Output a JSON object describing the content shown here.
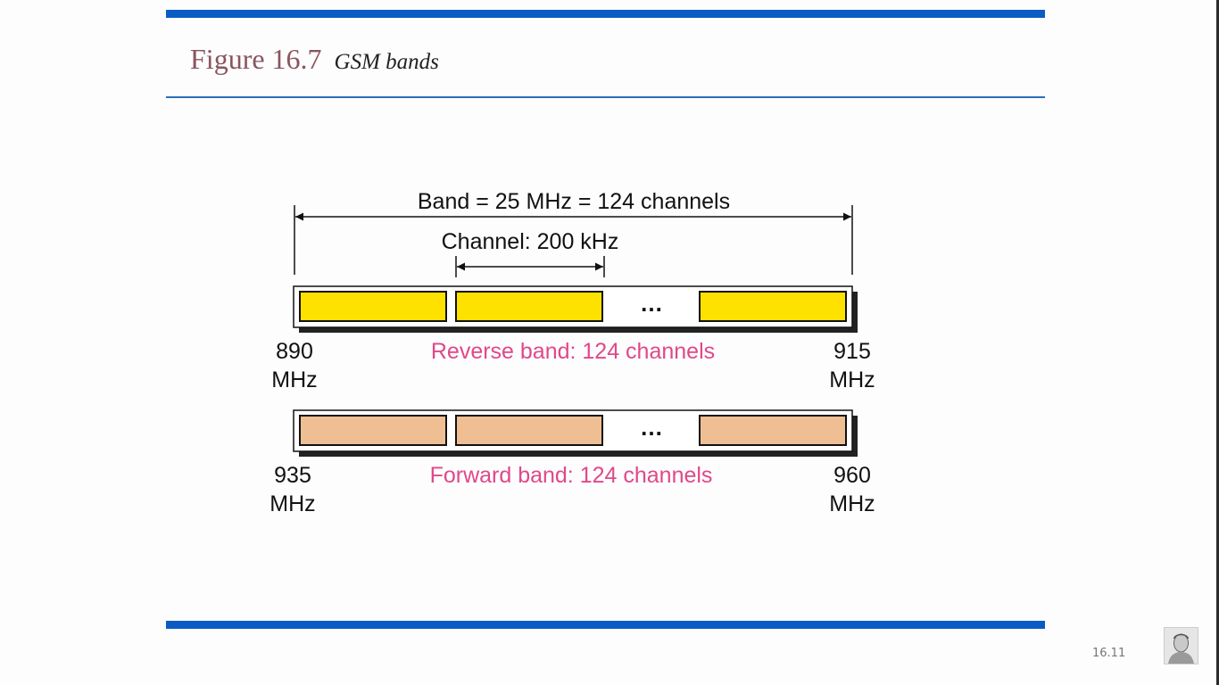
{
  "figure": {
    "label": "Figure 16.7",
    "caption": "GSM bands"
  },
  "diagram": {
    "band_label": "Band = 25 MHz = 124 channels",
    "channel_label": "Channel: 200 kHz",
    "ellipsis": "…",
    "reverse": {
      "caption": "Reverse band: 124 channels",
      "start_value": "890",
      "start_unit": "MHz",
      "end_value": "915",
      "end_unit": "MHz",
      "fill_color": "#ffe100"
    },
    "forward": {
      "caption": "Forward band: 124 channels",
      "start_value": "935",
      "start_unit": "MHz",
      "end_value": "960",
      "end_unit": "MHz",
      "fill_color": "#efbf93"
    },
    "caption_color": "#e0488a"
  },
  "footer": {
    "page_number": "16.11"
  }
}
